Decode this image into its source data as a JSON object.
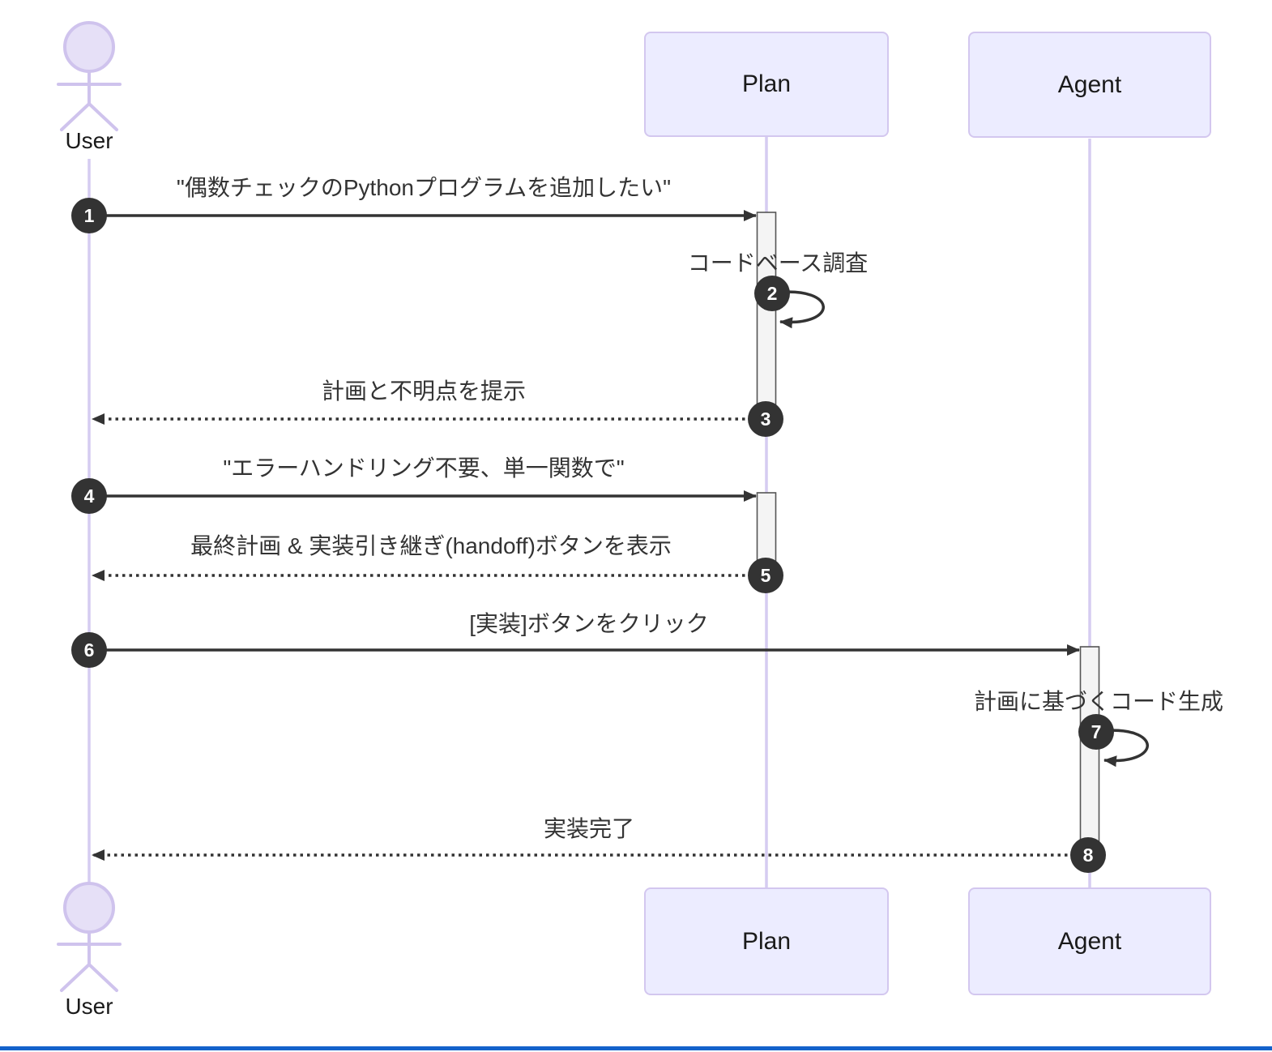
{
  "diagram": {
    "type": "sequence-diagram",
    "participants": {
      "user": {
        "label": "User",
        "kind": "actor"
      },
      "plan": {
        "label": "Plan",
        "kind": "participant"
      },
      "agent": {
        "label": "Agent",
        "kind": "participant"
      }
    },
    "messages": [
      {
        "num": "1",
        "from": "User",
        "to": "Plan",
        "line": "solid",
        "text": "\"偶数チェックのPythonプログラムを追加したい\""
      },
      {
        "num": "2",
        "from": "Plan",
        "to": "Plan",
        "line": "self",
        "text": "コードベース調査"
      },
      {
        "num": "3",
        "from": "Plan",
        "to": "User",
        "line": "dashed",
        "text": "計画と不明点を提示"
      },
      {
        "num": "4",
        "from": "User",
        "to": "Plan",
        "line": "solid",
        "text": "\"エラーハンドリング不要、単一関数で\""
      },
      {
        "num": "5",
        "from": "Plan",
        "to": "User",
        "line": "dashed",
        "text": "最終計画 & 実装引き継ぎ(handoff)ボタンを表示"
      },
      {
        "num": "6",
        "from": "User",
        "to": "Agent",
        "line": "solid",
        "text": "[実装]ボタンをクリック"
      },
      {
        "num": "7",
        "from": "Agent",
        "to": "Agent",
        "line": "self",
        "text": "計画に基づくコード生成"
      },
      {
        "num": "8",
        "from": "Agent",
        "to": "User",
        "line": "dashed",
        "text": "実装完了"
      }
    ]
  },
  "colors": {
    "participant_fill": "#ECECFF",
    "participant_border": "#d3c7ef",
    "lifeline": "#d5ccf1",
    "actor_stroke": "#cfc3ed",
    "actor_fill": "#e6e0f7",
    "arrow": "#333333",
    "text": "#333333",
    "label": "#1a1a1a",
    "badge_bg": "#333333",
    "badge_text": "#ffffff",
    "activation_fill": "#f4f4f4",
    "activation_border": "#555555",
    "footer": "#1362cb"
  }
}
